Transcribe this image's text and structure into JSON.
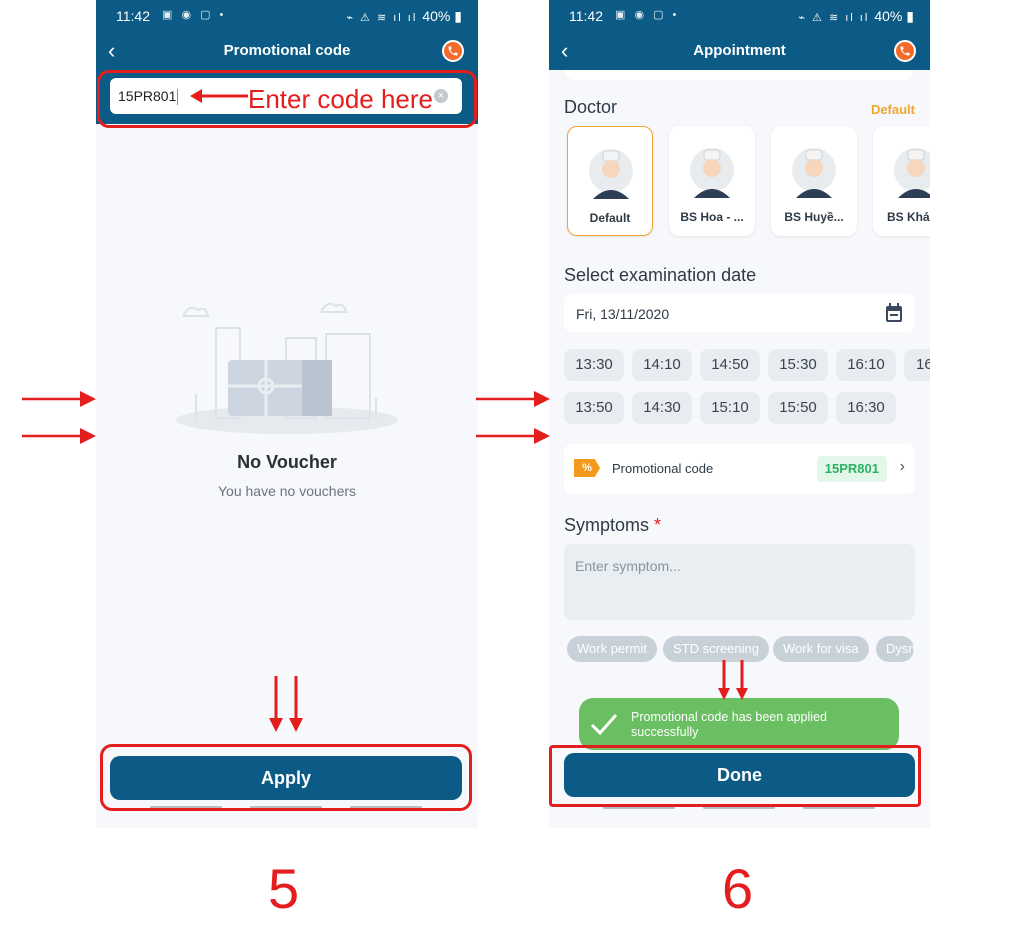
{
  "screen1": {
    "status": {
      "time": "11:42",
      "battery": "40%"
    },
    "title": "Promotional code",
    "code_value": "15PR801",
    "empty_title": "No Voucher",
    "empty_subtitle": "You have no vouchers",
    "apply_label": "Apply",
    "annotation": "Enter code here",
    "step": "5"
  },
  "screen2": {
    "status": {
      "time": "11:42",
      "battery": "40%"
    },
    "title": "Appointment",
    "doctor_label": "Doctor",
    "default_link": "Default",
    "doctors": [
      {
        "name": "Default",
        "selected": true
      },
      {
        "name": "BS Hoa - ..."
      },
      {
        "name": "BS Huyề..."
      },
      {
        "name": "BS Khá"
      }
    ],
    "date_label": "Select examination date",
    "date_value": "Fri, 13/11/2020",
    "slots_row1": [
      "13:30",
      "14:10",
      "14:50",
      "15:30",
      "16:10",
      "16"
    ],
    "slots_row2": [
      "13:50",
      "14:30",
      "15:10",
      "15:50",
      "16:30"
    ],
    "promo_label": "Promotional code",
    "promo_value": "15PR801",
    "symptoms_label": "Symptoms",
    "symptom_placeholder": "Enter symptom...",
    "chips": [
      "Work permit",
      "STD screening",
      "Work for visa",
      "Dysm"
    ],
    "toast": "Promotional code has been applied successfully",
    "done_label": "Done",
    "step": "6"
  }
}
